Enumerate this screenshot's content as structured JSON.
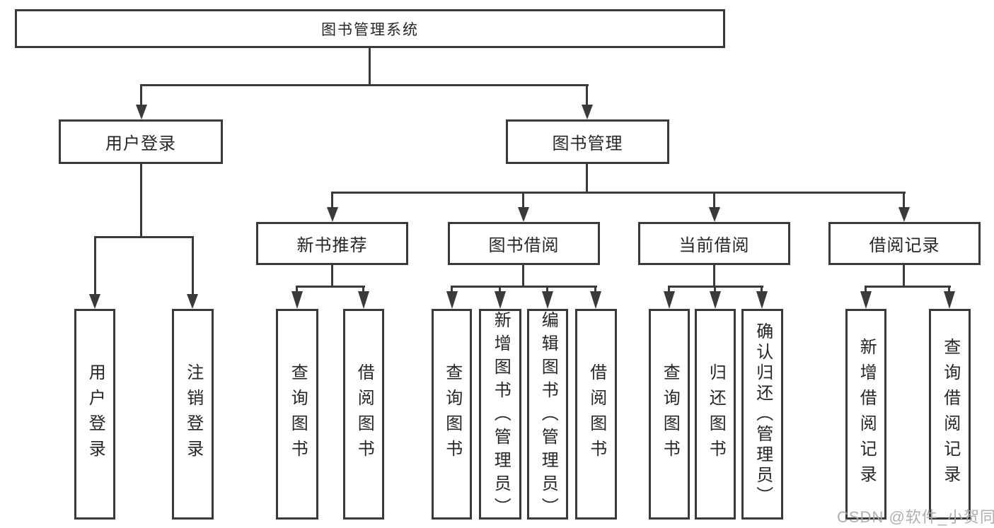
{
  "tree": {
    "root": {
      "label": "图书管理系统"
    },
    "level2": [
      {
        "label": "用户登录"
      },
      {
        "label": "图书管理"
      }
    ],
    "level3": [
      {
        "label": "新书推荐"
      },
      {
        "label": "图书借阅"
      },
      {
        "label": "当前借阅"
      },
      {
        "label": "借阅记录"
      }
    ],
    "leaves": [
      {
        "label": "用户登录"
      },
      {
        "label": "注销登录"
      },
      {
        "label": "查询图书"
      },
      {
        "label": "借阅图书"
      },
      {
        "label": "查询图书"
      },
      {
        "label": "新增图书（管理员）"
      },
      {
        "label": "编辑图书（管理员）"
      },
      {
        "label": "借阅图书"
      },
      {
        "label": "查询图书"
      },
      {
        "label": "归还图书"
      },
      {
        "label": "确认归还（管理员）"
      },
      {
        "label": "新增借阅记录"
      },
      {
        "label": "查询借阅记录"
      }
    ]
  },
  "watermark": {
    "text": "CSDN @软件_小贺同学"
  },
  "colors": {
    "line": "#3a3a3a",
    "text": "#262626",
    "background": "#ffffff",
    "watermark": "#a8a8ac"
  }
}
